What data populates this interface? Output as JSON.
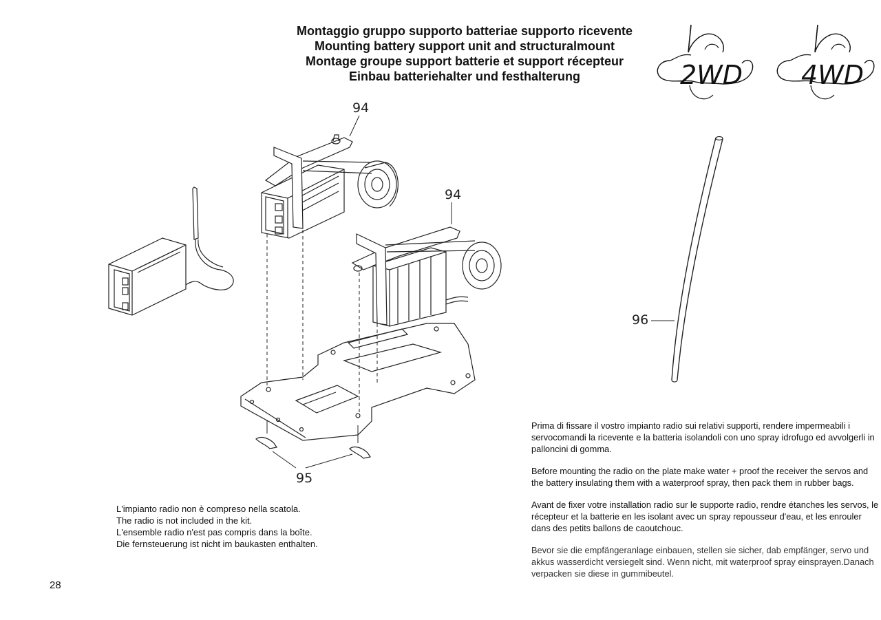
{
  "title": {
    "it": "Montaggio gruppo supporto batteriae supporto ricevente",
    "en": "Mounting battery support unit and structuralmount",
    "fr": "Montage groupe support batterie et support récepteur",
    "de": "Einbau batteriehalter und festhalterung"
  },
  "badges": {
    "two_wd": "2WD",
    "four_wd": "4WD"
  },
  "parts": {
    "p94_top": "94",
    "p94_mid": "94",
    "p95": "95",
    "p96": "96"
  },
  "radio_note": {
    "it": "L'impianto radio non è compreso nella scatola.",
    "en": "The radio is not included in the kit.",
    "fr": "L'ensemble radio n'est pas compris dans la boîte.",
    "de": "Die fernsteuerung ist nicht im baukasten enthalten."
  },
  "instructions": {
    "it": "Prima di fissare il vostro impianto radio sui relativi supporti, rendere impermeabili i servocomandi la ricevente e la batteria isolandoli con  uno spray idrofugo ed avvolgerli in palloncini di gomma.",
    "en": "Before mounting the radio on the plate make water + proof the receiver the servos and the battery  insulating them with a waterproof spray, then pack them in rubber bags.",
    "fr": "Avant de fixer votre installation radio sur le supporte radio, rendre étanches les servos, le récepteur et la batterie en les isolant avec un spray repousseur d'eau, et les enrouler dans des petits ballons de caoutchouc.",
    "de": "Bevor sie die empfängeranlage einbauen, stellen sie sicher, dab empfänger, servo und akkus wasserdicht versiegelt sind. Wenn nicht, mit waterproof spray einsprayen.Danach verpacken sie diese in gummibeutel."
  },
  "page_number": "28"
}
